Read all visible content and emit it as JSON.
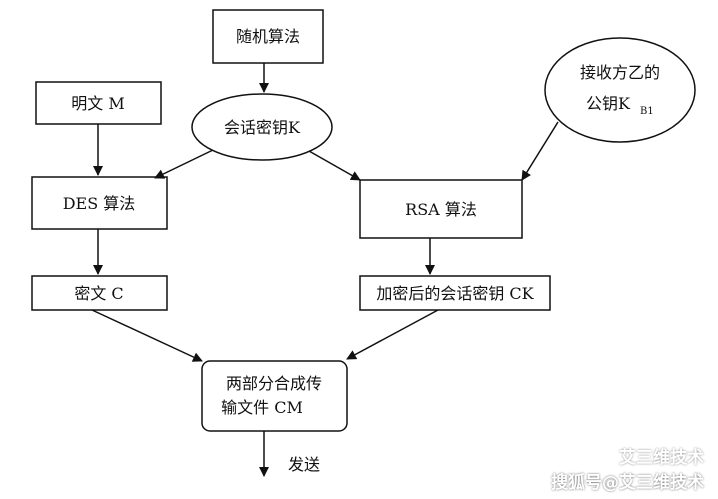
{
  "nodes": {
    "random_algo": "随机算法",
    "plaintext": "明文 M",
    "session_key": "会话密钥K",
    "receiver_key_line1": "接收方乙的",
    "receiver_key_line2": "公钥K",
    "receiver_key_sub": "B1",
    "des": "DES 算法",
    "rsa": "RSA 算法",
    "ciphertext": "密文 C",
    "encrypted_key": "加密后的会话密钥 CK",
    "combine_line1": "两部分合成传",
    "combine_line2": "输文件 CM",
    "send": "发送"
  },
  "watermark": {
    "channel": "艾三维技术",
    "source": "搜狐号@艾三维技术"
  }
}
